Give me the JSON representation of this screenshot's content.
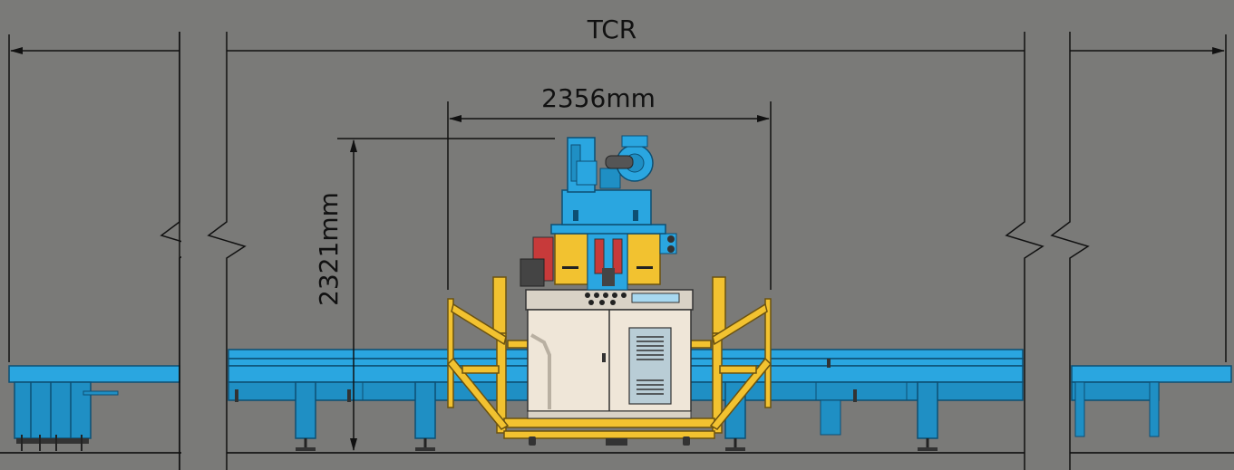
{
  "dimensions": {
    "overall_label": "TCR",
    "width_label": "2356mm",
    "height_label": "2321mm"
  },
  "colors": {
    "background": "#7a7a78",
    "conveyor_blue": "#2aa6e0",
    "frame_yellow": "#f2c230",
    "cabinet_beige": "#efe6d8",
    "dimension_line": "#111111"
  }
}
